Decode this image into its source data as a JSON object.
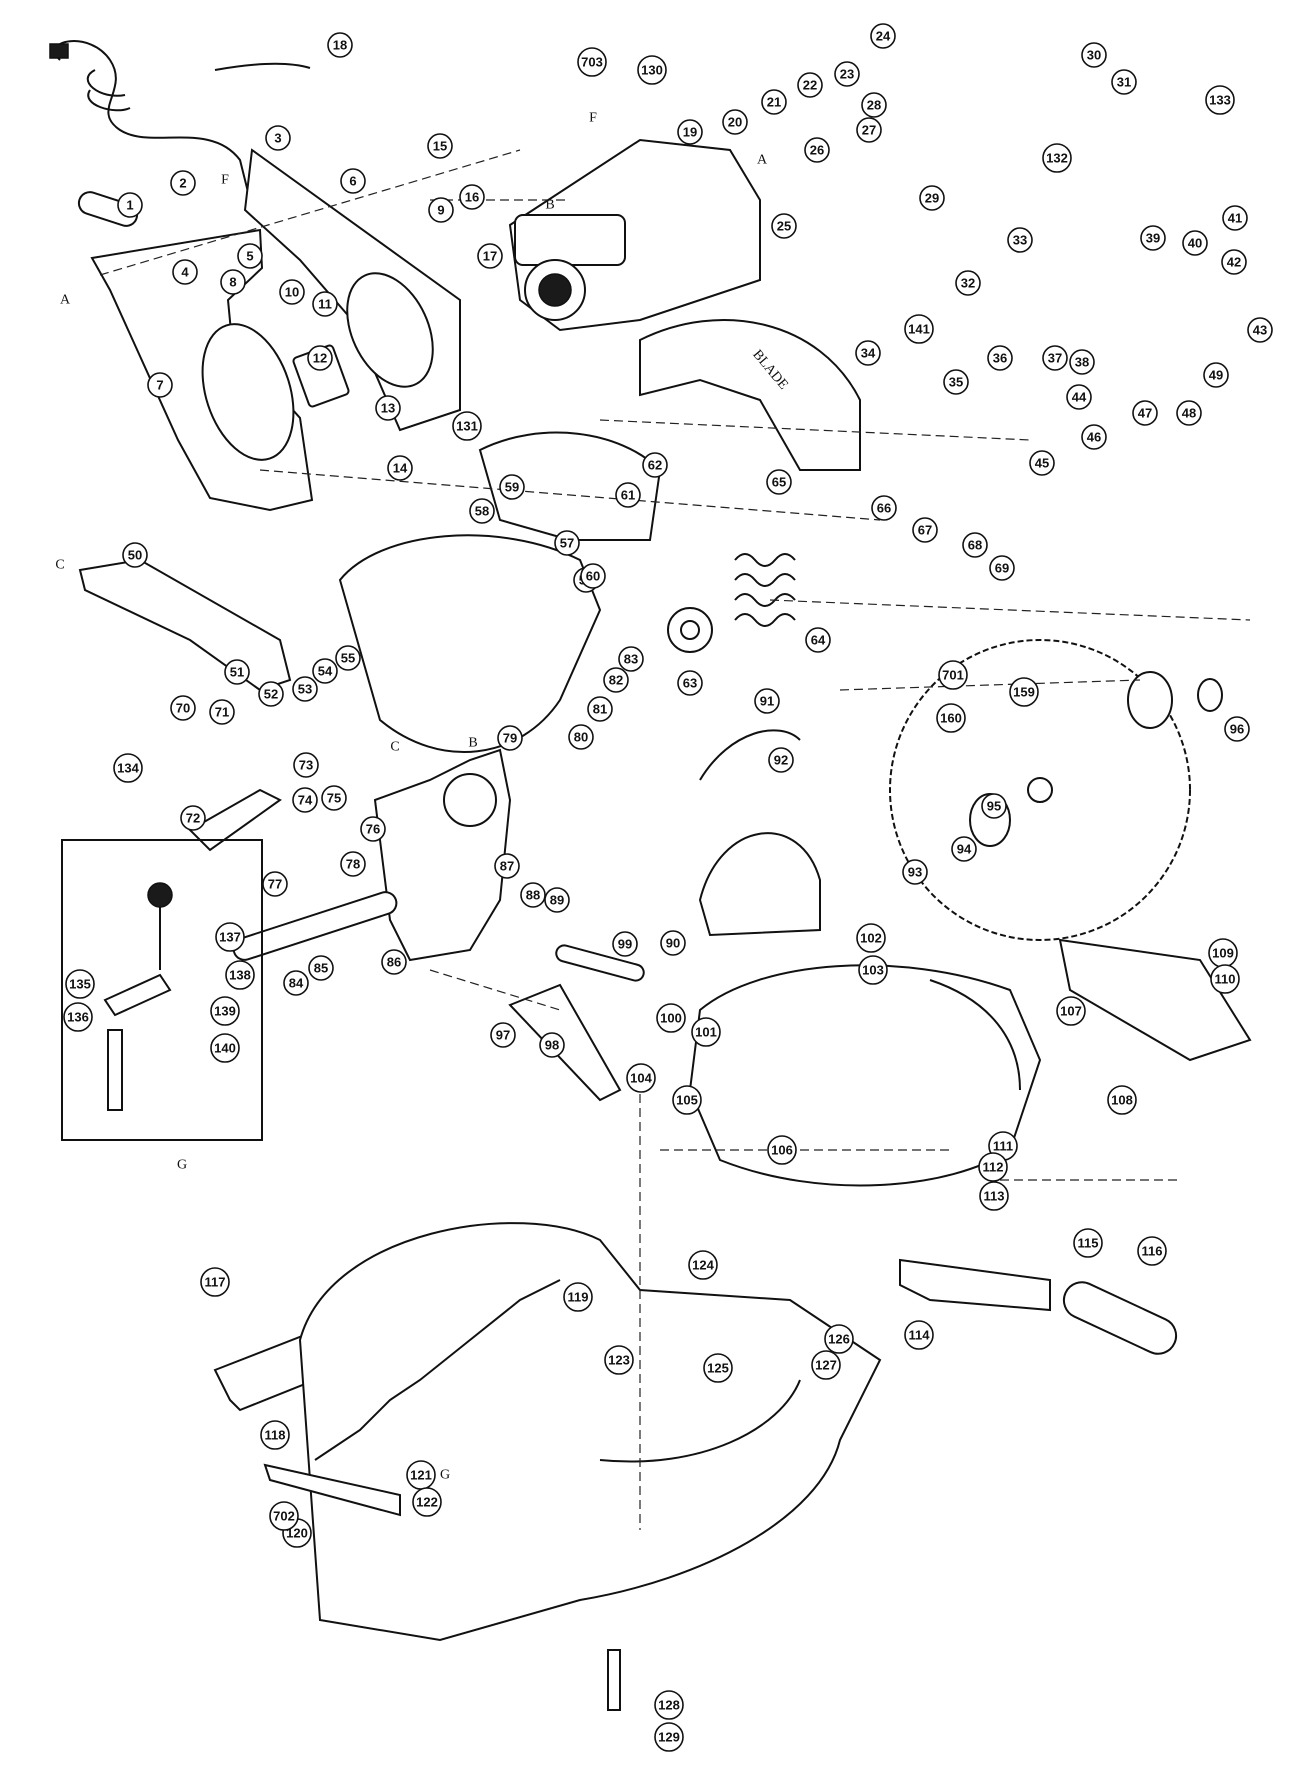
{
  "diagram": {
    "callouts": [
      "1",
      "2",
      "3",
      "4",
      "5",
      "6",
      "7",
      "8",
      "9",
      "10",
      "11",
      "12",
      "13",
      "14",
      "15",
      "16",
      "17",
      "18",
      "19",
      "20",
      "21",
      "22",
      "23",
      "24",
      "25",
      "26",
      "27",
      "28",
      "29",
      "30",
      "31",
      "32",
      "33",
      "34",
      "35",
      "36",
      "37",
      "38",
      "39",
      "40",
      "41",
      "42",
      "43",
      "44",
      "45",
      "46",
      "47",
      "48",
      "49",
      "50",
      "51",
      "52",
      "53",
      "54",
      "55",
      "56",
      "57",
      "58",
      "59",
      "60",
      "61",
      "62",
      "63",
      "64",
      "65",
      "66",
      "67",
      "68",
      "69",
      "70",
      "71",
      "72",
      "73",
      "74",
      "75",
      "76",
      "77",
      "78",
      "79",
      "80",
      "81",
      "82",
      "83",
      "84",
      "85",
      "86",
      "87",
      "88",
      "89",
      "90",
      "91",
      "92",
      "93",
      "94",
      "95",
      "96",
      "97",
      "98",
      "99",
      "100",
      "101",
      "102",
      "103",
      "104",
      "105",
      "106",
      "107",
      "108",
      "109",
      "110",
      "111",
      "112",
      "113",
      "114",
      "115",
      "116",
      "117",
      "118",
      "119",
      "120",
      "121",
      "122",
      "123",
      "124",
      "125",
      "126",
      "127",
      "128",
      "129",
      "130",
      "131",
      "132",
      "133",
      "134",
      "135",
      "136",
      "137",
      "138",
      "139",
      "140",
      "141",
      "159",
      "160",
      "701",
      "702",
      "703"
    ],
    "reference_letters": [
      "A",
      "A",
      "B",
      "B",
      "C",
      "C",
      "F",
      "F",
      "G",
      "G"
    ],
    "blade_label": "BLADE"
  }
}
